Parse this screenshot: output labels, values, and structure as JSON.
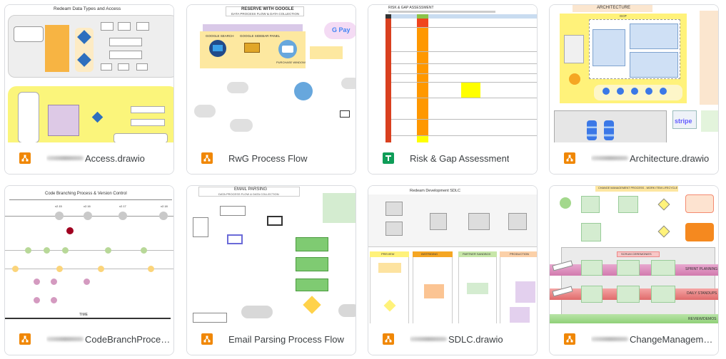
{
  "files": [
    {
      "name": "Access.drawio",
      "name_redacted_prefix": true,
      "type": "drawio",
      "icon": "drawio-icon",
      "preview_title": "Redeam Data Types and Access"
    },
    {
      "name": "RwG Process Flow",
      "name_redacted_prefix": false,
      "type": "drawio",
      "icon": "drawio-icon",
      "preview_title": "RESERVE WITH GOOGLE",
      "preview_subtitle": "DATA PROCESS FLOW & DATA COLLECTION"
    },
    {
      "name": "Risk & Gap Assessment",
      "name_redacted_prefix": false,
      "type": "sheets",
      "icon": "sheets-icon",
      "preview_title": "RISK & GAP ASSESSMENT"
    },
    {
      "name": "Architecture.drawio",
      "name_redacted_prefix": true,
      "type": "drawio",
      "icon": "drawio-icon",
      "preview_title": "ARCHITECTURE"
    },
    {
      "name": "CodeBranchProces...",
      "name_redacted_prefix": true,
      "type": "drawio",
      "icon": "drawio-icon",
      "preview_title": "Code Branching Process & Version Control"
    },
    {
      "name": "Email Parsing Process Flow",
      "name_redacted_prefix": false,
      "type": "drawio",
      "icon": "drawio-icon",
      "preview_title": "EMAIL PARSING",
      "preview_subtitle": "DATA PROCESS FLOW & DATA COLLECTION"
    },
    {
      "name": "SDLC.drawio",
      "name_redacted_prefix": true,
      "type": "drawio",
      "icon": "drawio-icon",
      "preview_title": "Redeam Development SDLC"
    },
    {
      "name": "ChangeManageme...",
      "name_redacted_prefix": true,
      "type": "drawio",
      "icon": "drawio-icon",
      "preview_title": "CHANGE MANAGEMENT PROCESS - WORK ITEM LIFECYCLE"
    }
  ],
  "preview_text": {
    "rwg_google_search": "GOOGLE SEARCH",
    "rwg_reserve_panel": "GOOGLE SIDEBAR PANEL",
    "rwg_purchase": "PURCHASE WINDOW",
    "rwg_gpay": "G Pay",
    "code_labels": [
      "v2.15",
      "v2.16",
      "v2.17",
      "v2.18"
    ],
    "code_axis": "TIME",
    "sdlc_lanes": [
      "PREVIEW",
      "INSTRIDING",
      "PARTNER SANDBOX",
      "PRODUCTION"
    ],
    "cm_lanes": [
      "SPRINT PLANNING",
      "DAILY STANDUPS",
      "REVIEW/DEMOS"
    ],
    "cm_scrum": "SCRUM CEREMONIES",
    "arch_stripe": "stripe",
    "arch_gcp": "GCP"
  },
  "colors": {
    "drawio_orange": "#f08705",
    "sheets_green": "#0f9d58",
    "card_border": "#dadce0",
    "text": "#3c4043"
  }
}
